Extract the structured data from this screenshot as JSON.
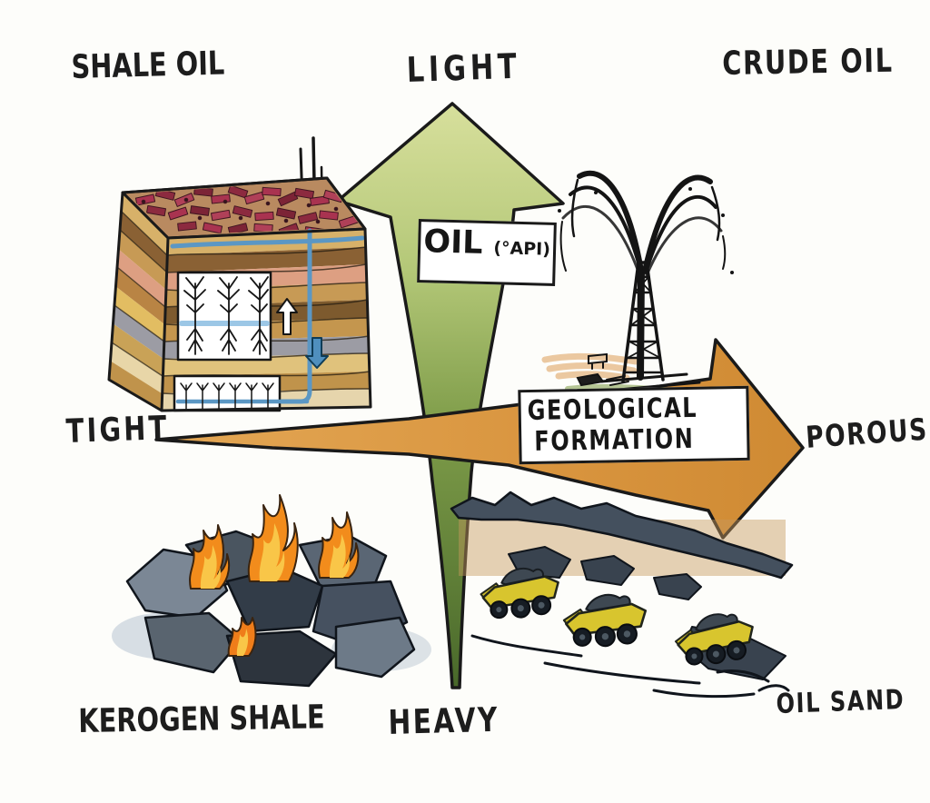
{
  "diagram": {
    "type": "two-axis hand-drawn classification of oil resources",
    "background_color": "#fdfdfa",
    "ink_color": "#1a1a1a"
  },
  "axes": {
    "vertical": {
      "direction": "up",
      "top_label": "LIGHT",
      "bottom_label": "HEAVY",
      "box_title": "OIL",
      "box_unit": "(°API)",
      "arrow_color_light": "#d5dd9a",
      "arrow_color_dark": "#4c6b2b"
    },
    "horizontal": {
      "direction": "right",
      "left_label": "TIGHT",
      "right_label": "POROUS",
      "box_line1": "GEOLOGICAL",
      "box_line2": "FORMATION",
      "arrow_color": "#dc9a44"
    }
  },
  "quadrants": {
    "top_left": {
      "label": "SHALE OIL",
      "illustration": "hydraulic-fracturing-block"
    },
    "top_right": {
      "label": "CRUDE OIL",
      "illustration": "oil-gusher-derrick"
    },
    "bottom_left": {
      "label": "KEROGEN SHALE",
      "illustration": "burning-oil-shale-rocks"
    },
    "bottom_right": {
      "label": "OIL SAND",
      "illustration": "oil-sand-mining-trucks"
    }
  }
}
